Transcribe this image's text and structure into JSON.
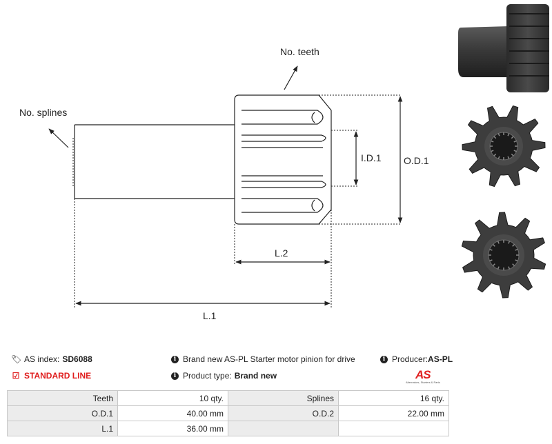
{
  "drawing": {
    "labels": {
      "no_teeth": "No. teeth",
      "no_splines": "No. splines",
      "id1": "I.D.1",
      "od1": "O.D.1",
      "l2": "L.2",
      "l1": "L.1"
    }
  },
  "info": {
    "as_index_label": "AS index:",
    "as_index_value": "SD6088",
    "standard_line": "STANDARD LINE",
    "description": "Brand new AS-PL Starter motor pinion for drive",
    "product_type_label": "Product type:",
    "product_type_value": "Brand new",
    "producer_label": "Producer:",
    "producer_value": "AS-PL"
  },
  "logo": {
    "text": "AS",
    "tagline": "Alternators, Starters & Parts"
  },
  "specs": [
    {
      "label1": "Teeth",
      "value1": "10 qty.",
      "label2": "Splines",
      "value2": "16 qty."
    },
    {
      "label1": "O.D.1",
      "value1": "40.00 mm",
      "label2": "O.D.2",
      "value2": "22.00 mm"
    },
    {
      "label1": "L.1",
      "value1": "36.00 mm",
      "label2": "",
      "value2": ""
    }
  ],
  "colors": {
    "accent": "#e01e1e",
    "table_label_bg": "#ececec",
    "table_border": "#c8c8c8",
    "pinion_metal": "#3d3d3d"
  },
  "icons": {
    "as_index": "tags-icon",
    "standard_line": "checkbox-icon",
    "description": "info-circle-icon",
    "product_type": "info-circle-icon",
    "producer": "info-circle-icon"
  }
}
